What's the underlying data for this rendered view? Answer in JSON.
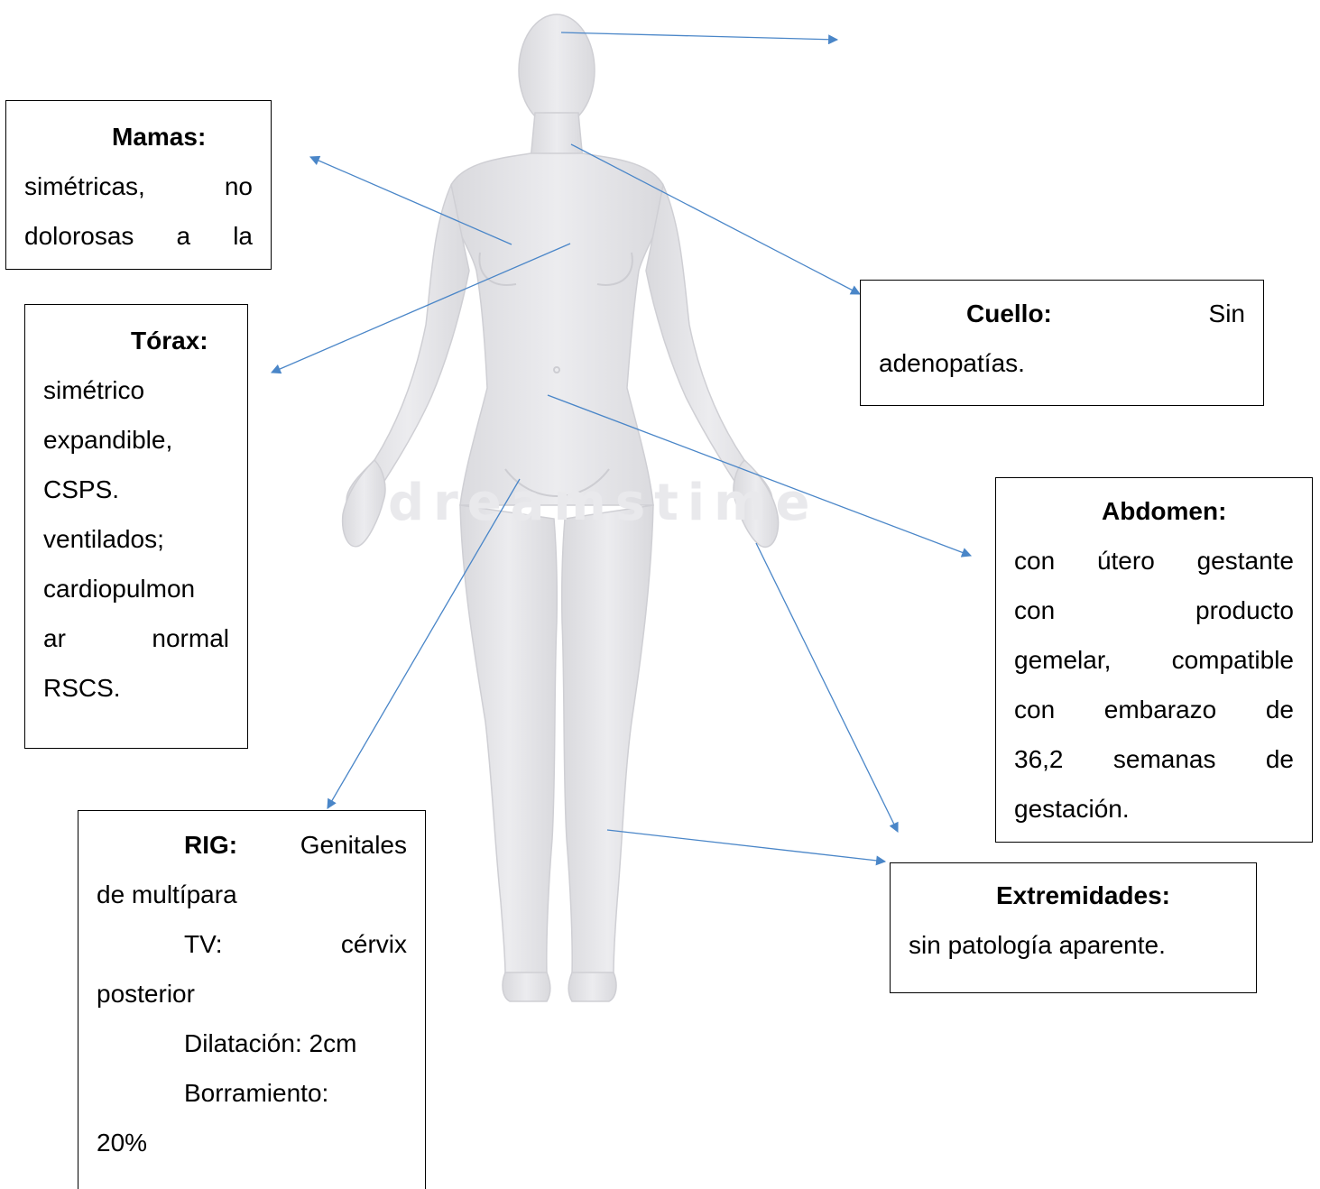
{
  "watermark": "dreamstime",
  "boxes": {
    "mamas": {
      "title": "Mamas:",
      "lines": [
        "simétricas, no",
        "dolorosas a la"
      ]
    },
    "torax": {
      "title": "Tórax:",
      "lines": [
        "simétrico",
        "expandible,",
        "CSPS.",
        "ventilados;",
        "cardiopulmon",
        "ar normal",
        "RSCS."
      ]
    },
    "cuello": {
      "title": "Cuello:",
      "title_rest": "Sin",
      "lines": [
        "adenopatías."
      ]
    },
    "abdomen": {
      "title": "Abdomen:",
      "lines": [
        "con útero gestante",
        "con producto",
        "gemelar, compatible",
        "con embarazo de",
        "36,2 semanas de",
        "gestación."
      ]
    },
    "rig": {
      "title": "RIG:",
      "title_rest": "Genitales",
      "line2": "de multípara",
      "tv": "TV: cérvix",
      "tv_cont": "posterior",
      "dilatacion": "Dilatación: 2cm",
      "borramiento": "Borramiento:",
      "borramiento_value": "20%"
    },
    "extremidades": {
      "title": "Extremidades:",
      "lines": [
        "sin patología aparente."
      ]
    }
  },
  "colors": {
    "arrow": "#4a86c8",
    "body_fill": "#e6e6e9",
    "body_shade": "#d4d4d8",
    "border": "#000000"
  }
}
